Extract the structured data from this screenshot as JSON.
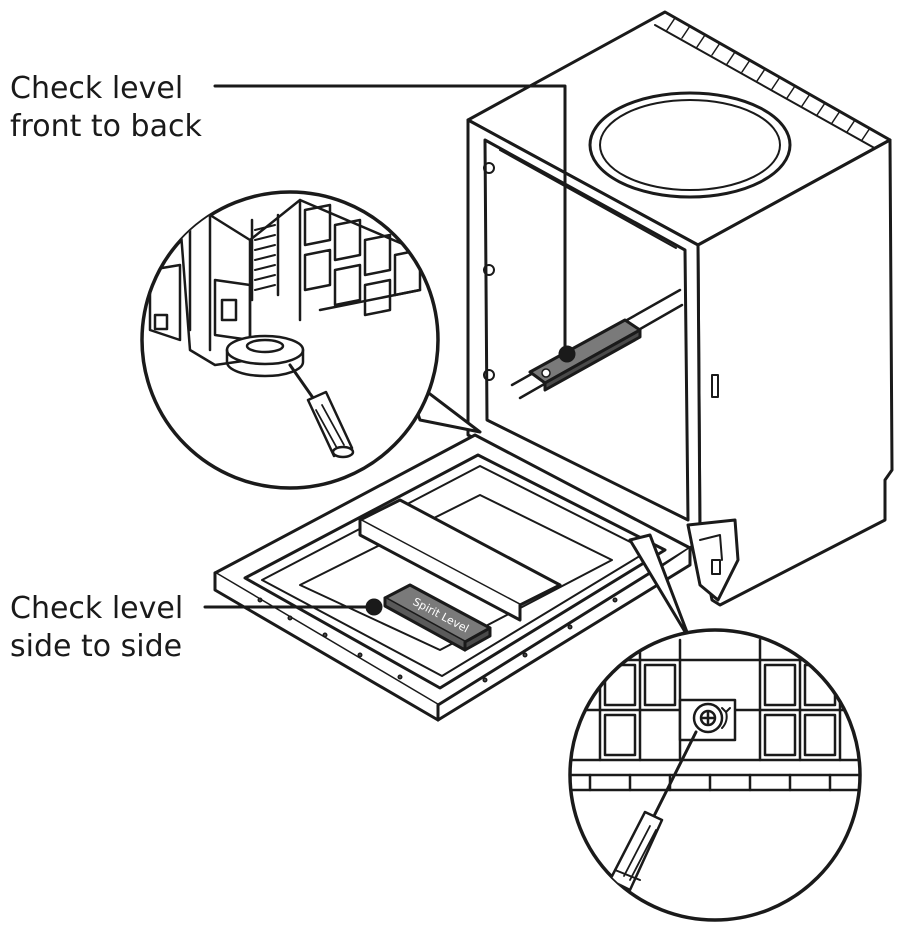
{
  "callouts": {
    "front_to_back": {
      "line1": "Check level",
      "line2": "front to back"
    },
    "side_to_side": {
      "line1": "Check level",
      "line2": "side to side"
    }
  },
  "spirit_level_label": "Spirit Level",
  "colors": {
    "stroke": "#1a1a1a",
    "fill": "#ffffff",
    "level": "#7a7a7a"
  }
}
